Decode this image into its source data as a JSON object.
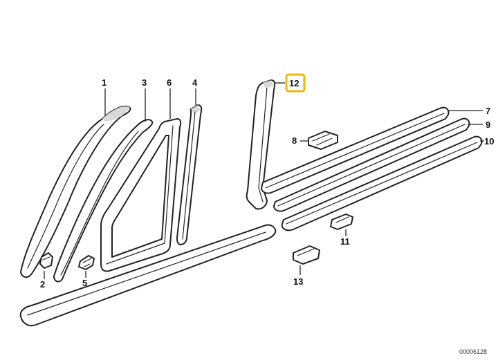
{
  "diagram": {
    "callouts": {
      "p1": "1",
      "p2": "2",
      "p3": "3",
      "p4": "4",
      "p5": "5",
      "p6": "6",
      "p7": "7",
      "p8": "8",
      "p9": "9",
      "p10": "10",
      "p11": "11",
      "p12": "12",
      "p13": "13"
    },
    "highlighted_part": "12",
    "highlight_color": "#f2b705",
    "reference_code": "00006128"
  }
}
